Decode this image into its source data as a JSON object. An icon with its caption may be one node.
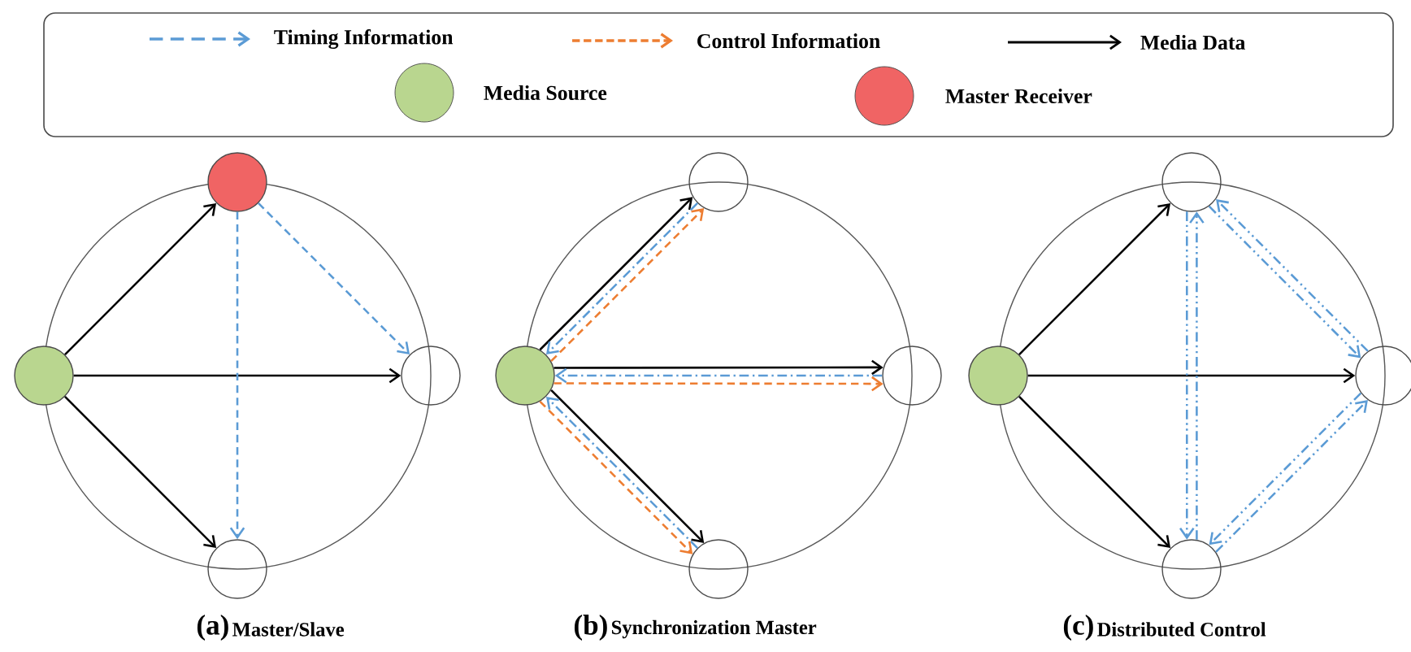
{
  "diagram": {
    "nodes": [
      {
        "text": [],
        "shape": "circle"
      },
      {
        "text": [],
        "shape": "circle"
      },
      {
        "text": [],
        "shape": "circle"
      },
      {
        "text": [],
        "shape": "circle"
      },
      {
        "text": [],
        "shape": "circle"
      },
      {
        "text": [],
        "shape": "circle"
      },
      {
        "text": [],
        "shape": "circle"
      },
      {
        "text": [],
        "shape": "circle"
      },
      {
        "text": [],
        "shape": "circle"
      },
      {
        "text": [],
        "shape": "circle"
      },
      {
        "text": [],
        "shape": "circle"
      },
      {
        "text": [],
        "shape": "circle"
      }
    ],
    "edges": [
      {
        "from": 0,
        "to": 1,
        "arrow": "to",
        "color": "#000000"
      },
      {
        "from": 0,
        "to": 2,
        "arrow": "to",
        "color": "#000000"
      },
      {
        "from": 0,
        "to": 3,
        "arrow": "to",
        "color": "#000000"
      },
      {
        "from": 1,
        "to": 2,
        "arrow": "to",
        "style": "dashed",
        "color": "#5b9bd5"
      },
      {
        "from": 1,
        "to": 3,
        "arrow": "to",
        "style": "dashed",
        "color": "#5b9bd5"
      },
      {
        "from": 4,
        "to": 5,
        "arrow": "to",
        "color": "#000000"
      },
      {
        "from": 5,
        "to": 4,
        "arrow": "to",
        "style": "dashed",
        "color": "#5b9bd5"
      },
      {
        "from": 4,
        "to": 5,
        "arrow": "to",
        "style": "dashed",
        "color": "#ed7d31"
      },
      {
        "from": 4,
        "to": 6,
        "arrow": "to",
        "color": "#000000"
      },
      {
        "from": 6,
        "to": 4,
        "arrow": "to",
        "style": "dashed",
        "color": "#5b9bd5"
      },
      {
        "from": 4,
        "to": 6,
        "arrow": "to",
        "style": "dashed",
        "color": "#ed7d31"
      },
      {
        "from": 4,
        "to": 7,
        "arrow": "to",
        "color": "#000000"
      },
      {
        "from": 7,
        "to": 4,
        "arrow": "to",
        "style": "dashed",
        "color": "#5b9bd5"
      },
      {
        "from": 4,
        "to": 7,
        "arrow": "to",
        "style": "dashed",
        "color": "#ed7d31"
      },
      {
        "from": 8,
        "to": 9,
        "arrow": "to",
        "color": "#000000"
      },
      {
        "from": 8,
        "to": 10,
        "arrow": "to",
        "color": "#000000"
      },
      {
        "from": 8,
        "to": 11,
        "arrow": "to",
        "color": "#000000"
      },
      {
        "from": 9,
        "to": 11,
        "arrow": "to",
        "style": "dashed",
        "color": "#5b9bd5"
      },
      {
        "from": 11,
        "to": 9,
        "arrow": "to",
        "style": "dashed",
        "color": "#5b9bd5"
      },
      {
        "from": 9,
        "to": 10,
        "arrow": "to",
        "style": "dashed",
        "color": "#5b9bd5"
      },
      {
        "from": 10,
        "to": 9,
        "arrow": "to",
        "style": "dashed",
        "color": "#5b9bd5"
      },
      {
        "from": 10,
        "to": 11,
        "arrow": "to",
        "style": "dashed",
        "color": "#5b9bd5"
      },
      {
        "from": 11,
        "to": 10,
        "arrow": "to",
        "style": "dashed",
        "color": "#5b9bd5"
      }
    ],
    "labels": [
      "(a)",
      "Master/Slave",
      "(b)",
      "Synchronization Master",
      "(c)",
      "Distributed Control"
    ],
    "legend": [
      {
        "text": "Timing Information"
      },
      {
        "text": "Control Information"
      },
      {
        "text": "Media Data"
      },
      {
        "text": "Media Source",
        "color": "#b9d68f"
      },
      {
        "text": "Master Receiver",
        "color": "#f06464"
      }
    ]
  }
}
